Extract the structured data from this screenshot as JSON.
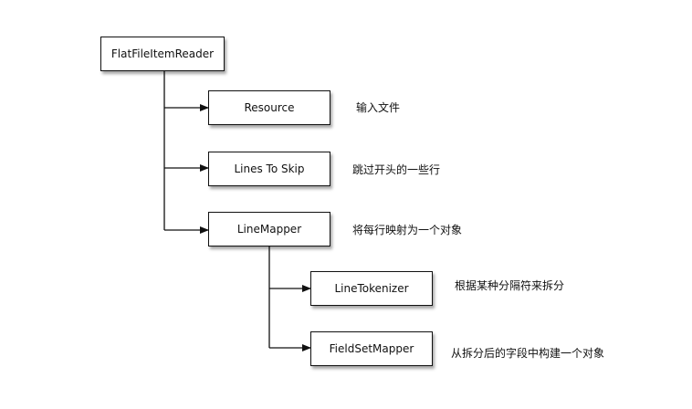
{
  "diagram": {
    "root": {
      "label": "FlatFileItemReader"
    },
    "children": [
      {
        "label": "Resource",
        "note": "输入文件"
      },
      {
        "label": "Lines To Skip",
        "note": "跳过开头的一些行"
      },
      {
        "label": "LineMapper",
        "note": "将每行映射为一个对象"
      }
    ],
    "grandchildren": [
      {
        "label": "LineTokenizer",
        "note": "根据某种分隔符来拆分"
      },
      {
        "label": "FieldSetMapper",
        "note": "从拆分后的字段中构建一个对象"
      }
    ]
  }
}
